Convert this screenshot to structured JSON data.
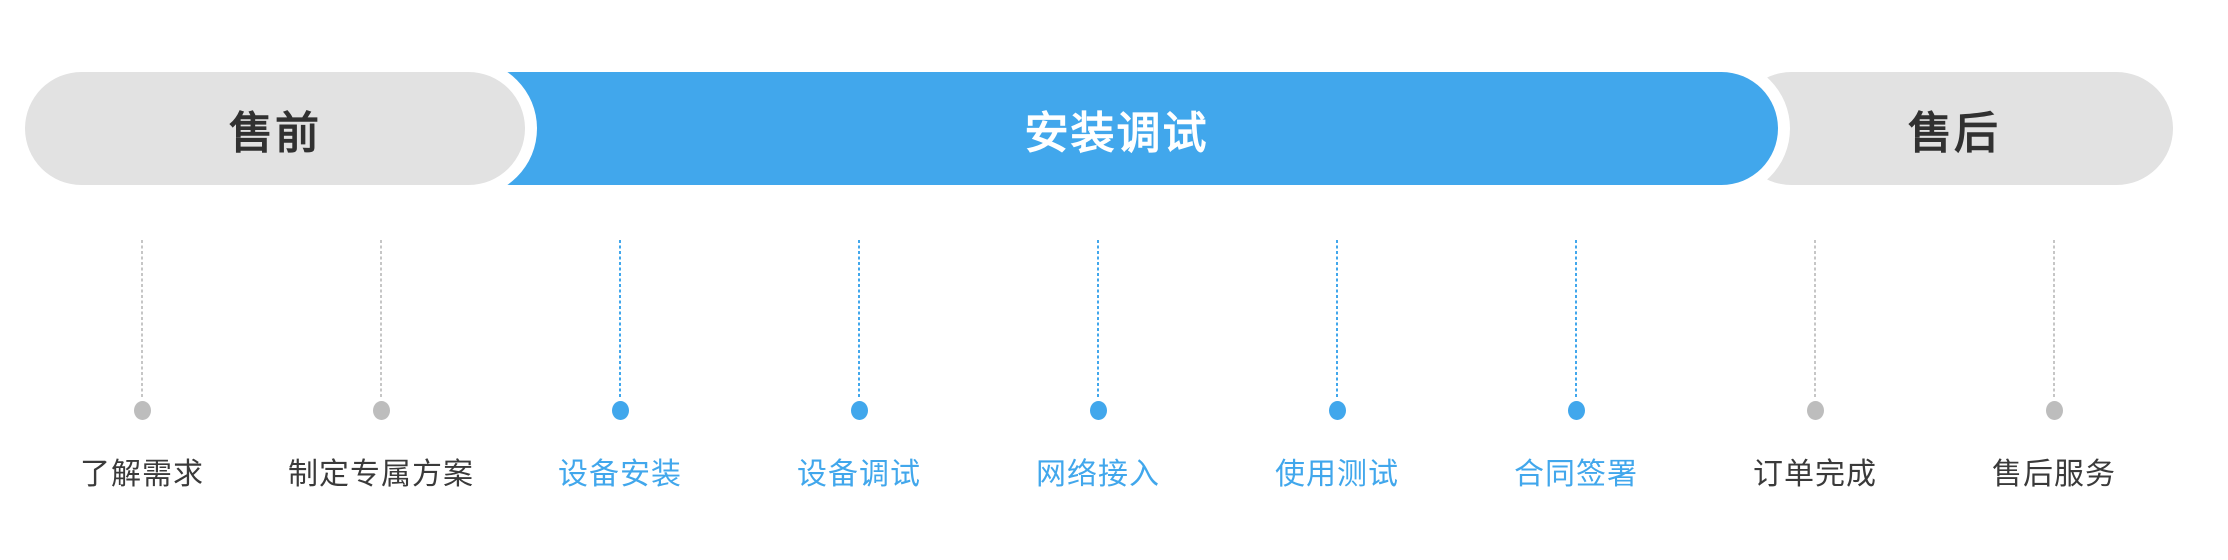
{
  "colors": {
    "accent": "#41a7ec",
    "inactive_pill": "#e2e2e2",
    "inactive_dot": "#bdbdbd",
    "inactive_line": "#c6c6c6",
    "label_dark": "#3a3a3a",
    "active_text": "#ffffff"
  },
  "phases": [
    {
      "label": "售前",
      "state": "inactive"
    },
    {
      "label": "安装调试",
      "state": "active"
    },
    {
      "label": "售后",
      "state": "inactive"
    }
  ],
  "steps": [
    {
      "label": "了解需求",
      "state": "inactive"
    },
    {
      "label": "制定专属方案",
      "state": "inactive"
    },
    {
      "label": "设备安装",
      "state": "active"
    },
    {
      "label": "设备调试",
      "state": "active"
    },
    {
      "label": "网络接入",
      "state": "active"
    },
    {
      "label": "使用测试",
      "state": "active"
    },
    {
      "label": "合同签署",
      "state": "active"
    },
    {
      "label": "订单完成",
      "state": "inactive"
    },
    {
      "label": "售后服务",
      "state": "inactive"
    }
  ]
}
